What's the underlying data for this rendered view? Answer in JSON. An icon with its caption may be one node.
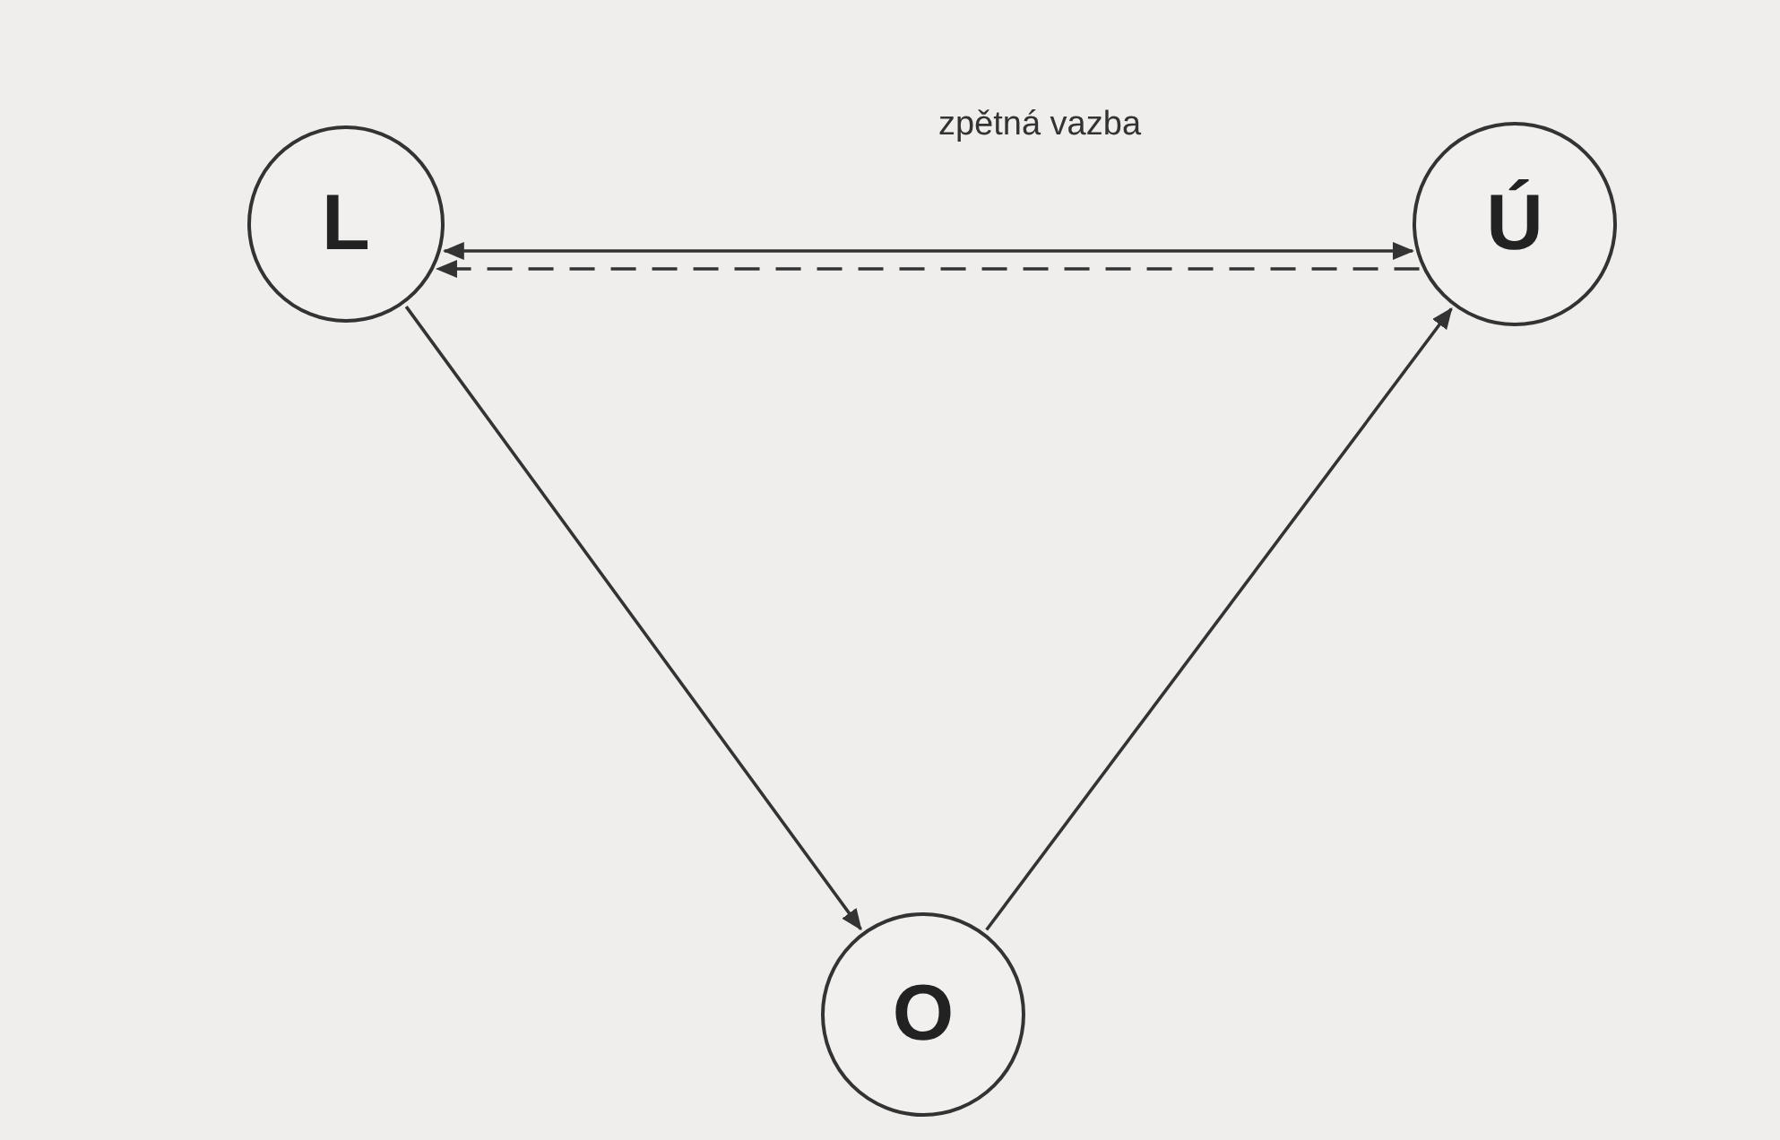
{
  "diagram": {
    "nodes": [
      {
        "text": [
          "L"
        ]
      },
      {
        "text": [
          "Ú"
        ]
      },
      {
        "text": [
          "O"
        ]
      }
    ],
    "edges": [
      {
        "from": 1,
        "to": 0,
        "arrow": "to",
        "label": "zpětná vazba",
        "style": "dashed"
      },
      {
        "from": 0,
        "to": 1,
        "arrow": "both"
      },
      {
        "from": 0,
        "to": 2,
        "arrow": "to"
      },
      {
        "from": 2,
        "to": 1,
        "arrow": "to"
      }
    ]
  }
}
